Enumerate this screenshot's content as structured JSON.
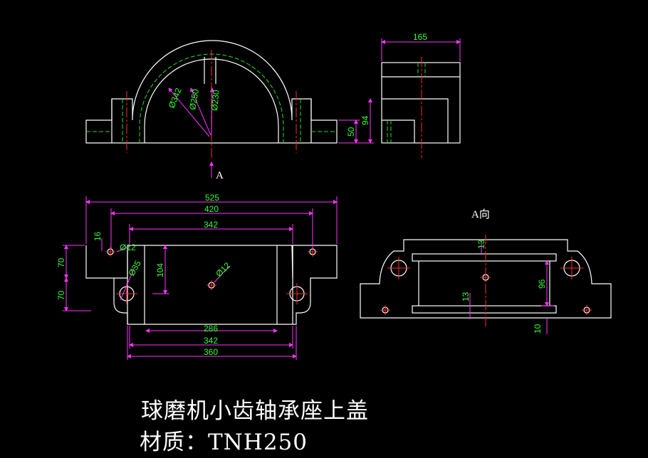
{
  "drawing": {
    "title": "球磨机小齿轴承座上盖",
    "material": "材质：TNH250",
    "view_mark": "A",
    "view_label": "A向"
  },
  "front_view": {
    "dims": {
      "width": "165",
      "h1": "50",
      "h2": "94",
      "d1": "Ø342",
      "d2": "Ø250",
      "d3": "Ø230"
    }
  },
  "plan_view": {
    "dims": {
      "overall": "525",
      "bolt_span": "420",
      "inner": "342",
      "slot_w": "16",
      "hole1": "Ø12",
      "hole2": "Ø35",
      "hole3": "Ø12",
      "depth": "104",
      "h_top": "70",
      "h_bot": "70",
      "bot1": "286",
      "bot2": "342",
      "bot3": "360"
    }
  },
  "a_view": {
    "dims": {
      "d13a": "13",
      "d13b": "13",
      "d96": "96",
      "d10": "10"
    }
  },
  "colors": {
    "outline": "#ffffff",
    "center": "#ff2a2a",
    "hidden": "#22dd22",
    "dimension": "#ff33ff",
    "dim_text": "#2cff2c"
  }
}
